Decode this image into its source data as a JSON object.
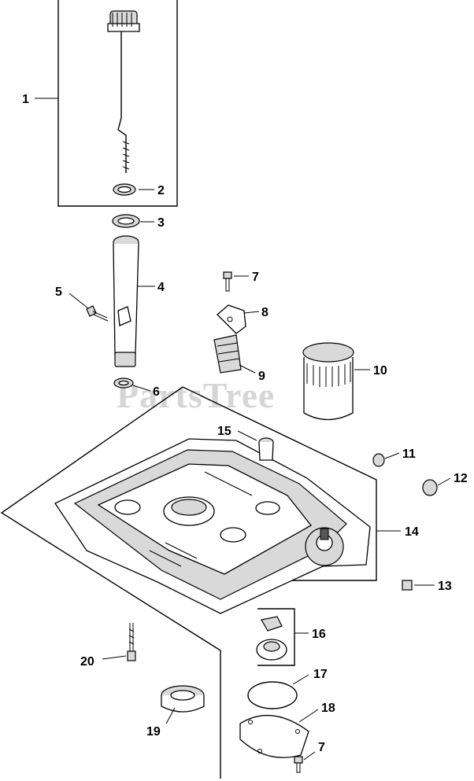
{
  "watermark": "PartsTree",
  "callouts": {
    "c1": "1",
    "c2": "2",
    "c3": "3",
    "c4": "4",
    "c5": "5",
    "c6": "6",
    "c7a": "7",
    "c8": "8",
    "c9": "9",
    "c10": "10",
    "c11": "11",
    "c12": "12",
    "c13": "13",
    "c14": "14",
    "c15": "15",
    "c16": "16",
    "c17": "17",
    "c18": "18",
    "c7b": "7",
    "c19": "19",
    "c20": "20"
  }
}
